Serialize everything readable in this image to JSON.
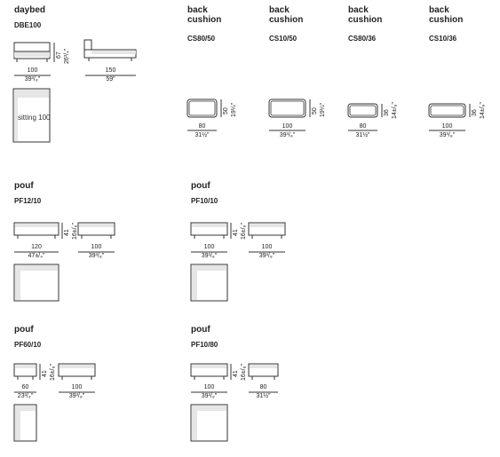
{
  "daybed": {
    "title": "daybed",
    "code": "DBE100",
    "front_width_cm": "100",
    "front_width_in": "39³/₈\"",
    "side_depth_cm": "150",
    "side_depth_in": "59\"",
    "height_cm": "67",
    "height_in": "26³/₄\"",
    "plan_label": "sitting 100"
  },
  "back_cushions": [
    {
      "title": "back\ncushion",
      "code": "CS80/50",
      "w_cm": "80",
      "w_in": "31½\"",
      "h_cm": "50",
      "h_in": "19¼\""
    },
    {
      "title": "back\ncushion",
      "code": "CS10/50",
      "w_cm": "100",
      "w_in": "39³/₈\"",
      "h_cm": "50",
      "h_in": "19¼\""
    },
    {
      "title": "back\ncushion",
      "code": "CS80/36",
      "w_cm": "80",
      "w_in": "31½\"",
      "h_cm": "36",
      "h_in": "14±/₈\""
    },
    {
      "title": "back\ncushion",
      "code": "CS10/36",
      "w_cm": "100",
      "w_in": "39³/₈\"",
      "h_cm": "36",
      "h_in": "14±/₈\""
    }
  ],
  "poufs": [
    {
      "title": "pouf",
      "code": "PF12/10",
      "w1_cm": "120",
      "w1_in": "47±/₄\"",
      "w2_cm": "100",
      "w2_in": "39³/₈\"",
      "h_cm": "41",
      "h_in": "16±/₈\""
    },
    {
      "title": "pouf",
      "code": "PF10/10",
      "w1_cm": "100",
      "w1_in": "39³/₈\"",
      "w2_cm": "100",
      "w2_in": "39³/₈\"",
      "h_cm": "41",
      "h_in": "16±/₈\""
    },
    {
      "title": "pouf",
      "code": "PF60/10",
      "w1_cm": "60",
      "w1_in": "23³/₄\"",
      "w2_cm": "100",
      "w2_in": "39³/₈\"",
      "h_cm": "41",
      "h_in": "16±/₈\""
    },
    {
      "title": "pouf",
      "code": "PF10/80",
      "w1_cm": "100",
      "w1_in": "39³/₈\"",
      "w2_cm": "80",
      "w2_in": "31½\"",
      "h_cm": "41",
      "h_in": "16±/₈\""
    }
  ]
}
